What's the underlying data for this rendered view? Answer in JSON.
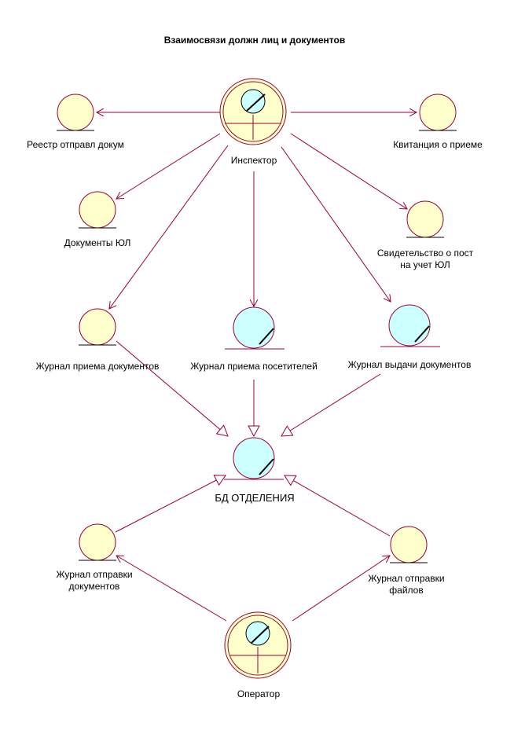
{
  "title": "Взаимосвязи должн лиц и документов",
  "nodes": {
    "inspector": "Инспектор",
    "registry": "Реестр отправл докум",
    "receipt": "Квитанция о приеме",
    "docs_ul": "Документы ЮЛ",
    "certificate_1": "Свидетельство о пост",
    "certificate_2": "на учет ЮЛ",
    "journal_docs_in": "Журнал приема документов",
    "journal_visitors": "Журнал приема посетителей",
    "journal_docs_out": "Журнал выдачи документов",
    "db": "БД ОТДЕЛЕНИЯ",
    "journal_send_docs_1": "Журнал отправки",
    "journal_send_docs_2": "документов",
    "journal_send_files_1": "Журнал отправки",
    "journal_send_files_2": "файлов",
    "operator": "Оператор"
  },
  "colors": {
    "line": "#990033",
    "entity_fill": "#ffffcc",
    "control_fill": "#ccffff"
  }
}
